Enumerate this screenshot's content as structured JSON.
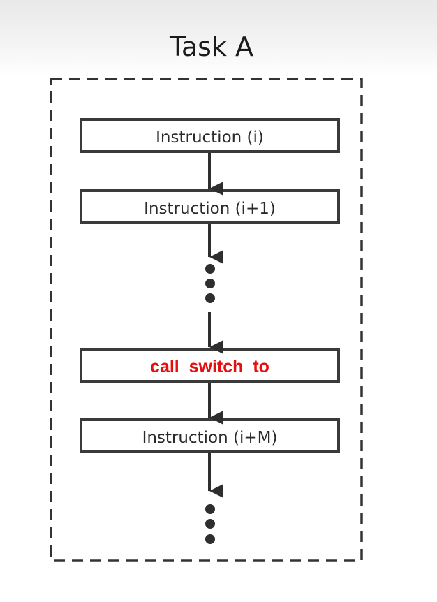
{
  "diagram": {
    "title": "Task A",
    "instructions": [
      {
        "label": "Instruction (i)",
        "highlight": false
      },
      {
        "label": "Instruction (i+1)",
        "highlight": false
      },
      {
        "label": "call  switch_to",
        "highlight": true
      },
      {
        "label": "Instruction (i+M)",
        "highlight": false
      }
    ],
    "colors": {
      "box_stroke": "#3a3a3a",
      "text": "#2a2a2a",
      "highlight_text": "#e60f0f",
      "arrow": "#2e2e2e",
      "container_dash": "#333333"
    }
  }
}
